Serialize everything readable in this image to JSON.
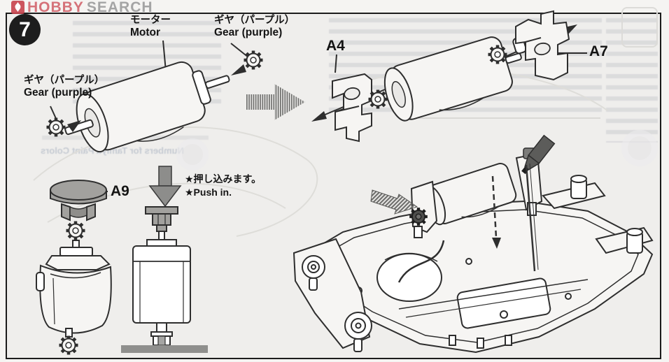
{
  "colors": {
    "paper": "#efeeec",
    "ink": "#1c1c1c",
    "logo_red": "#c8434d",
    "logo_pink": "#d2646c",
    "logo_gray": "#9c9c9c",
    "fill_gray": "#8f8f8d",
    "badge_black": "#1d1d1d"
  },
  "watermark": {
    "brand_primary": "HOBBY",
    "brand_secondary": "SEARCH"
  },
  "step": {
    "number": "7"
  },
  "labels": {
    "motor_jp": "モーター",
    "motor_en": "Motor",
    "gear_jp": "ギヤ（パープル）",
    "gear_en": "Gear (purple)",
    "part_a4": "A4",
    "part_a7": "A7",
    "part_a9": "A9",
    "push_jp": "★押し込みます。",
    "push_en": "★Push in."
  },
  "ghost": {
    "paint_note_en": "Numbers for Tamiya Paint Colors"
  }
}
